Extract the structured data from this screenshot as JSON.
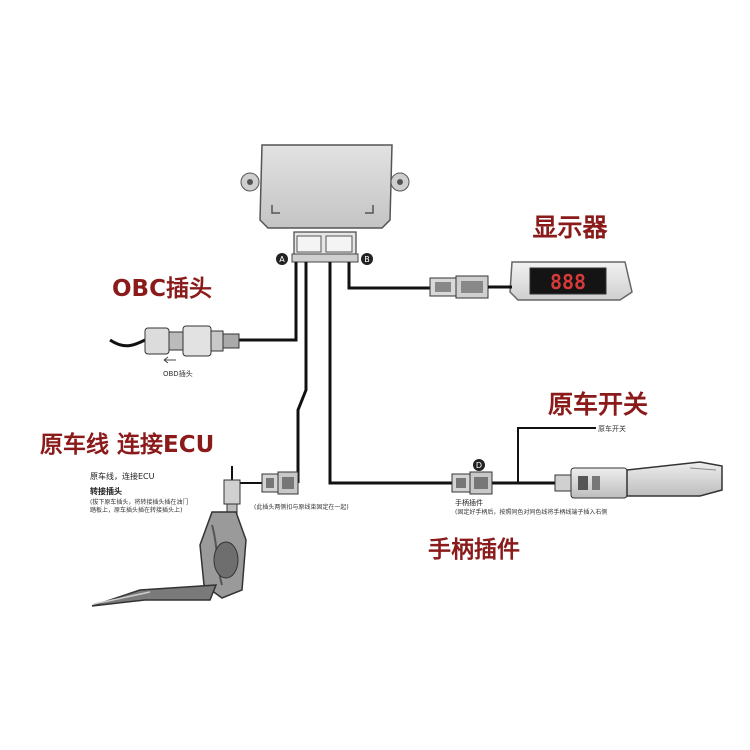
{
  "labels": {
    "display": "显示器",
    "obc": "OBC插头",
    "ecu": "原车线 连接ECU",
    "switch": "原车开关",
    "handle": "手柄插件"
  },
  "annotations": {
    "display_digits": "888",
    "port_a": "A",
    "port_b": "B",
    "port_d": "D",
    "obd_small": "OBD插头",
    "ecu_small_1": "原车线，连接ECU",
    "ecu_small_2": "转接插头",
    "ecu_small_3": "(拔下原车插头，将转接插头插在油门",
    "ecu_small_4": "踏板上，原车插头插在转接插头上)",
    "ecu_note": "(此插头两侧扣与原线束固定在一起)",
    "switch_small": "原车开关",
    "handle_small": "手柄插件",
    "handle_note": "(固定好手柄后，按照同色对同色线将手柄线端子插入右侧"
  },
  "colors": {
    "title_red": "#8b1a1a",
    "display_digits": "#d83a3a",
    "box_gray": "#d6d6d6"
  }
}
